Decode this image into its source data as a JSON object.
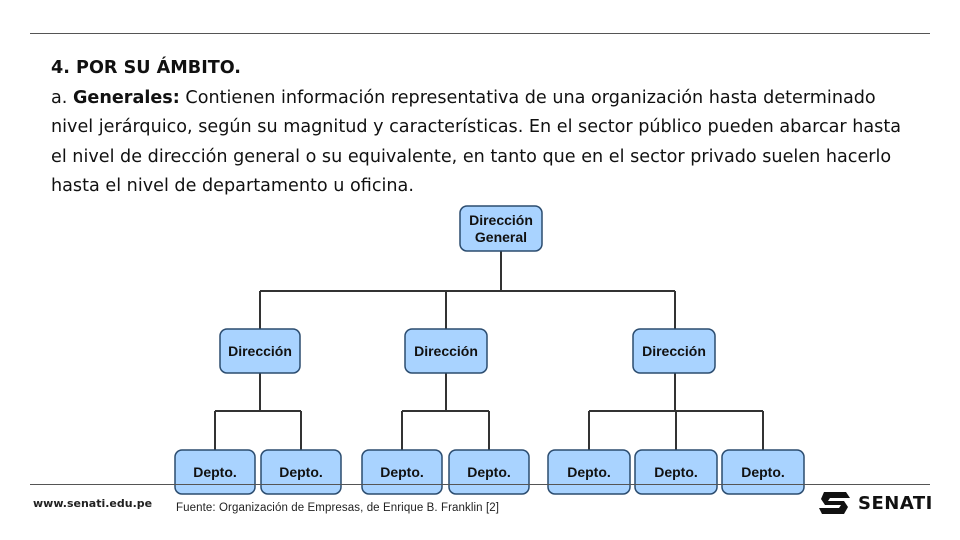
{
  "section": {
    "heading": "4. POR SU ÁMBITO.",
    "item_prefix": "a. ",
    "item_term": "Generales:",
    "item_text": " Contienen información representativa de una organización hasta determinado nivel jerárquico, según su magnitud y características. En el sector público pueden abarcar hasta el nivel de dirección general o su equivalente, en tanto que en el sector privado suelen hacerlo hasta el nivel de departamento u oficina."
  },
  "org_chart": {
    "root": [
      "Dirección",
      "General"
    ],
    "directions": [
      {
        "label": "Dirección",
        "departments": [
          "Depto.",
          "Depto."
        ]
      },
      {
        "label": "Dirección",
        "departments": [
          "Depto.",
          "Depto."
        ]
      },
      {
        "label": "Dirección",
        "departments": [
          "Depto.",
          "Depto.",
          "Depto."
        ]
      }
    ],
    "node_color": "#a9d3ff",
    "source": "Fuente: Organización de Empresas, de Enrique B. Franklin [2]"
  },
  "footer": {
    "website": "www.senati.edu.pe",
    "logo_text": "SENATI"
  }
}
